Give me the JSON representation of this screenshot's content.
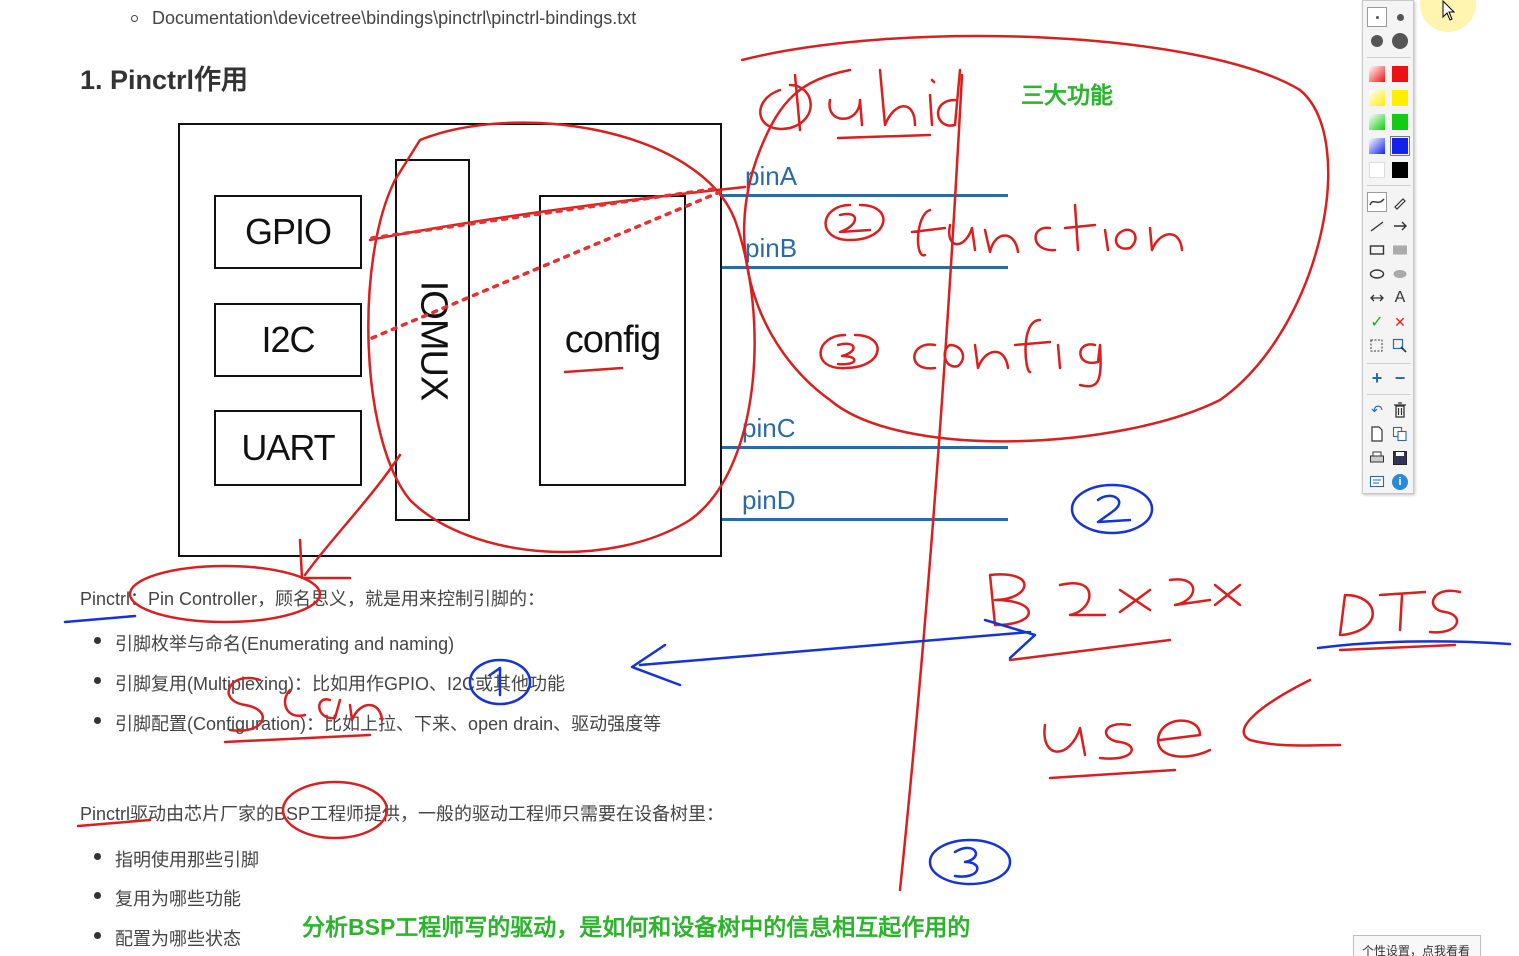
{
  "doc": {
    "path_item": "Documentation\\devicetree\\bindings\\pinctrl\\pinctrl-bindings.txt",
    "heading": "1. Pinctrl作用",
    "diagram": {
      "blocks": [
        "GPIO",
        "I2C",
        "UART"
      ],
      "mux_label": "IOMUX",
      "config_label": "config",
      "pins": [
        "pinA",
        "pinB",
        "pinC",
        "pinD"
      ]
    },
    "intro": {
      "prefix": "Pinctrl：",
      "term": "Pin Controller",
      "rest": "，顾名思义，就是用来控制引脚的："
    },
    "features": [
      "引脚枚举与命名(Enumerating and naming)",
      "引脚复用(Multiplexing)：比如用作GPIO、I2C或其他功能",
      "引脚配置(Configuration)：比如上拉、下来、open drain、驱动强度等"
    ],
    "bsp_line": {
      "term": "Pinctrl",
      "rest": "驱动由芯片厂家的BSP工程师提供，一般的驱动工程师只需要在设备树里："
    },
    "dts_items": [
      "指明使用那些引脚",
      "复用为哪些功能",
      "配置为哪些状态"
    ]
  },
  "annotations": {
    "three_functions": "三大功能",
    "analysis": "分析BSP工程师写的驱动，是如何和设备树中的信息相互起作用的"
  },
  "toolbar": {
    "colors": {
      "red": "#ee1111",
      "yellow": "#ffee00",
      "green": "#11cc11",
      "blue": "#1122ee",
      "white": "#ffffff",
      "black": "#000000"
    },
    "text_tool": "A",
    "icons": [
      "small-dot-icon",
      "medium-dot-icon",
      "pen-icon",
      "highlighter-icon",
      "line-icon",
      "arrow-icon",
      "rectangle-icon",
      "filled-rectangle-icon",
      "ellipse-icon",
      "filled-ellipse-icon",
      "double-arrow-icon",
      "text-icon",
      "check-icon",
      "cross-icon",
      "select-icon",
      "zoom-icon",
      "plus-icon",
      "minus-icon",
      "undo-icon",
      "trash-icon",
      "new-page-icon",
      "copy-icon",
      "print-icon",
      "save-icon",
      "screen-icon",
      "info-icon"
    ]
  },
  "tooltip": "个性设置，点我看看"
}
